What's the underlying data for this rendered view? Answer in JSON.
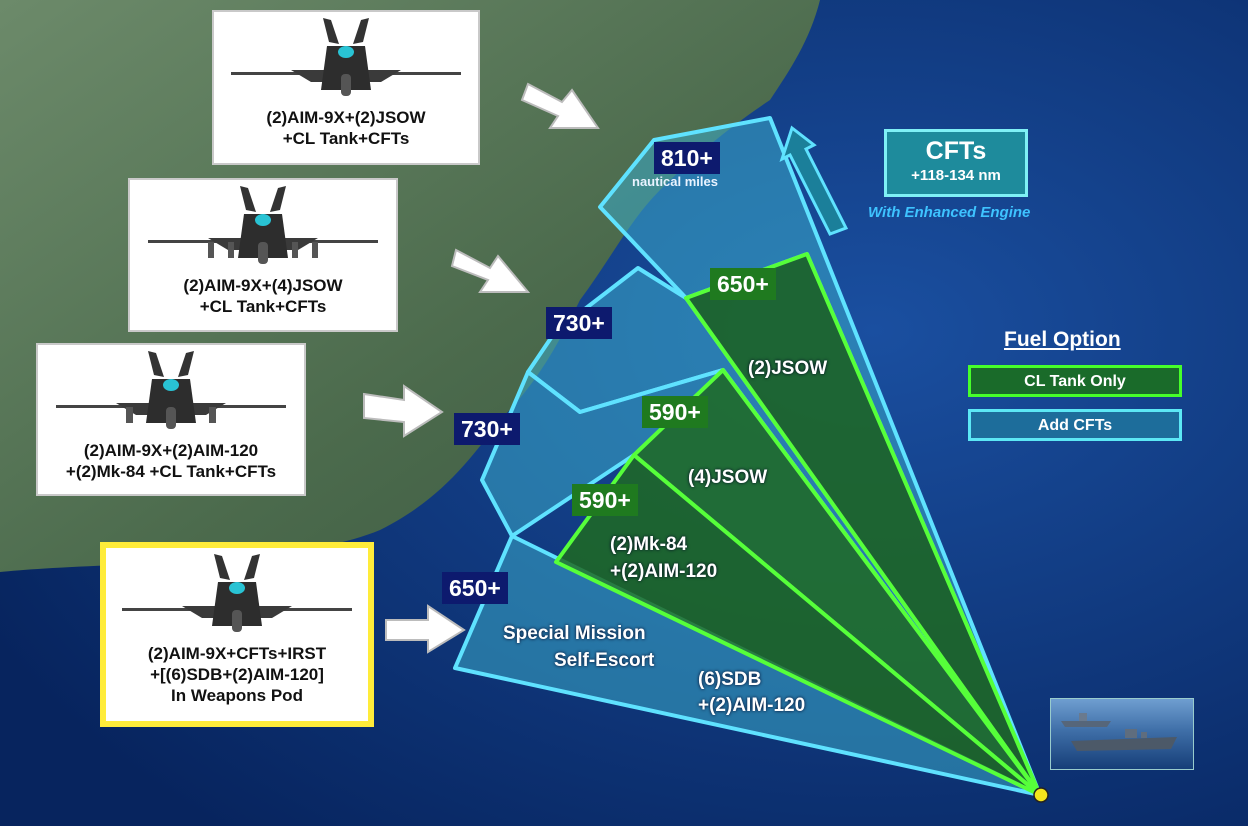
{
  "loadouts": [
    {
      "line1": "(2)AIM-9X+(2)JSOW",
      "line2": "+CL Tank+CFTs"
    },
    {
      "line1": "(2)AIM-9X+(4)JSOW",
      "line2": "+CL Tank+CFTs"
    },
    {
      "line1": "(2)AIM-9X+(2)AIM-120",
      "line2": "+(2)Mk-84 +CL Tank+CFTs"
    },
    {
      "line1": "(2)AIM-9X+CFTs+IRST",
      "line2": "+[(6)SDB+(2)AIM-120]",
      "line3": "In Weapons Pod"
    }
  ],
  "ranges": {
    "r810": "810+",
    "r810_sub": "nautical miles",
    "r730_upper": "730+",
    "r730_lower": "730+",
    "r650_cft": "650+",
    "r650_cl": "650+",
    "r590_upper": "590+",
    "r590_lower": "590+"
  },
  "weapons": {
    "jsow2": "(2)JSOW",
    "jsow4": "(4)JSOW",
    "mk84_line1": "(2)Mk-84",
    "mk84_line2": "+(2)AIM-120",
    "special_line1": "Special Mission",
    "special_line2": "Self-Escort",
    "sdb_line1": "(6)SDB",
    "sdb_line2": "+(2)AIM-120"
  },
  "cfts": {
    "title": "CFTs",
    "subtitle": "+118-134 nm",
    "note": "With Enhanced Engine"
  },
  "legend": {
    "title": "Fuel Option",
    "cl_tank": "CL Tank Only",
    "add_cfts": "Add CFTs"
  },
  "colors": {
    "ocean": "#0b2f74",
    "land": "#4f6d52",
    "cft_fill": "#3aa9c9",
    "cft_stroke": "#5fe2ff",
    "cl_fill": "#1e6a22",
    "cl_stroke": "#56ff3a",
    "origin": "#f4e41c",
    "highlight": "#ffec3a"
  }
}
